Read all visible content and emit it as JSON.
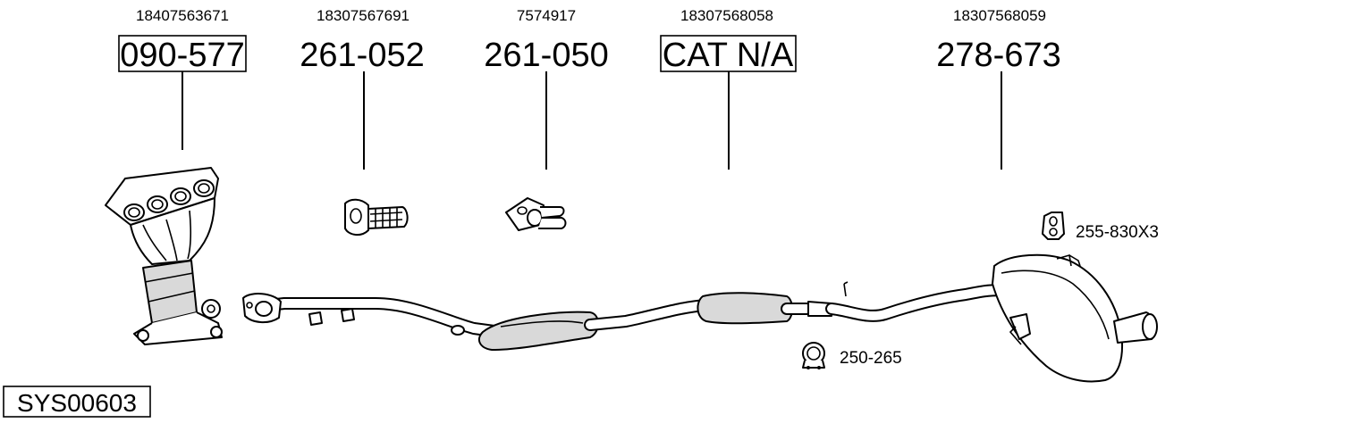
{
  "parts": [
    {
      "oe": "18407563671",
      "number": "090-577"
    },
    {
      "oe": "18307567691",
      "number": "261-052"
    },
    {
      "oe": "7574917",
      "number": "261-050"
    },
    {
      "oe": "18307568058",
      "number": "CAT N/A"
    },
    {
      "oe": "18307568059",
      "number": "278-673"
    }
  ],
  "accessories": [
    {
      "number": "255-830X3",
      "icon": "rubber-hanger-icon"
    },
    {
      "number": "250-265",
      "icon": "pipe-clamp-icon"
    }
  ],
  "system": {
    "code": "SYS00603"
  }
}
